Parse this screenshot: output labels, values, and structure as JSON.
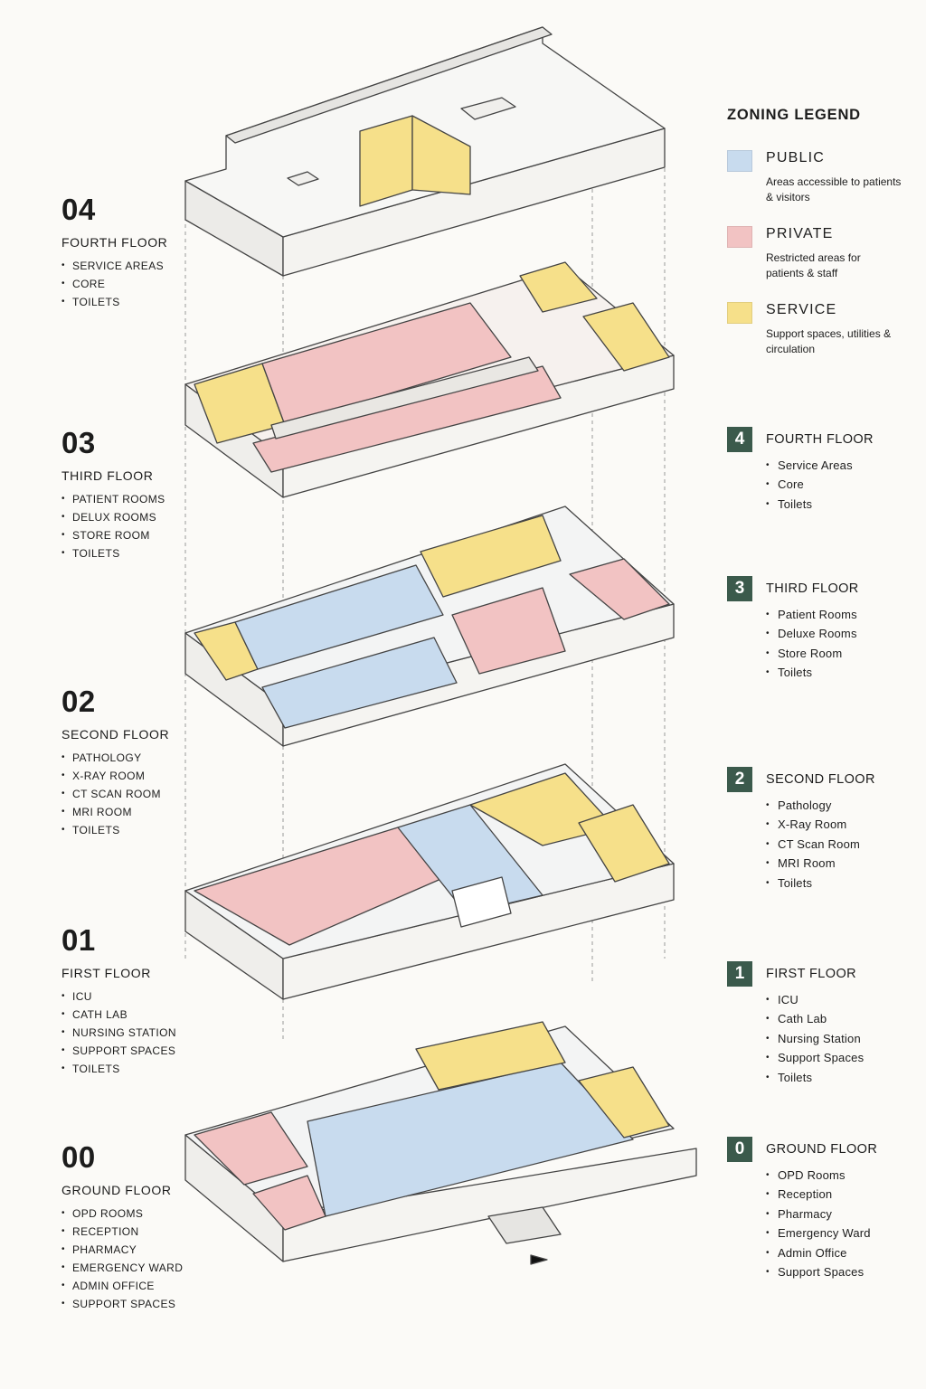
{
  "colors": {
    "public": "#c8dbee",
    "private": "#f2c3c3",
    "service": "#f6e08a",
    "badge": "#3b5a4c"
  },
  "floor_labels": [
    {
      "number": "04",
      "name": "FOURTH FLOOR",
      "items": [
        "SERVICE AREAS",
        "CORE",
        "TOILETS"
      ]
    },
    {
      "number": "03",
      "name": "THIRD FLOOR",
      "items": [
        "PATIENT ROOMS",
        "DELUX ROOMS",
        "STORE ROOM",
        "TOILETS"
      ]
    },
    {
      "number": "02",
      "name": "SECOND FLOOR",
      "items": [
        "PATHOLOGY",
        "X-RAY ROOM",
        "CT SCAN ROOM",
        "MRI ROOM",
        "TOILETS"
      ]
    },
    {
      "number": "01",
      "name": "FIRST FLOOR",
      "items": [
        "ICU",
        "CATH LAB",
        "NURSING STATION",
        "SUPPORT SPACES",
        "TOILETS"
      ]
    },
    {
      "number": "00",
      "name": "GROUND FLOOR",
      "items": [
        "OPD ROOMS",
        "RECEPTION",
        "PHARMACY",
        "EMERGENCY WARD",
        "ADMIN OFFICE",
        "SUPPORT SPACES"
      ]
    }
  ],
  "legend": {
    "title": "ZONING LEGEND",
    "zones": [
      {
        "name": "PUBLIC",
        "description": "Areas accessible to patients & visitors",
        "color": "#c8dbee"
      },
      {
        "name": "PRIVATE",
        "description": "Restricted areas for patients & staff",
        "color": "#f2c3c3"
      },
      {
        "name": "SERVICE",
        "description": "Support spaces, utilities & circulation",
        "color": "#f6e08a"
      }
    ]
  },
  "floor_key": [
    {
      "badge": "4",
      "name": "FOURTH FLOOR",
      "items": [
        "Service Areas",
        "Core",
        "Toilets"
      ]
    },
    {
      "badge": "3",
      "name": "THIRD FLOOR",
      "items": [
        "Patient Rooms",
        "Deluxe Rooms",
        "Store Room",
        "Toilets"
      ]
    },
    {
      "badge": "2",
      "name": "SECOND FLOOR",
      "items": [
        "Pathology",
        "X-Ray Room",
        "CT Scan Room",
        "MRI Room",
        "Toilets"
      ]
    },
    {
      "badge": "1",
      "name": "FIRST FLOOR",
      "items": [
        "ICU",
        "Cath Lab",
        "Nursing Station",
        "Support Spaces",
        "Toilets"
      ]
    },
    {
      "badge": "0",
      "name": "GROUND FLOOR",
      "items": [
        "OPD Rooms",
        "Reception",
        "Pharmacy",
        "Emergency Ward",
        "Admin Office",
        "Support Spaces"
      ]
    }
  ]
}
